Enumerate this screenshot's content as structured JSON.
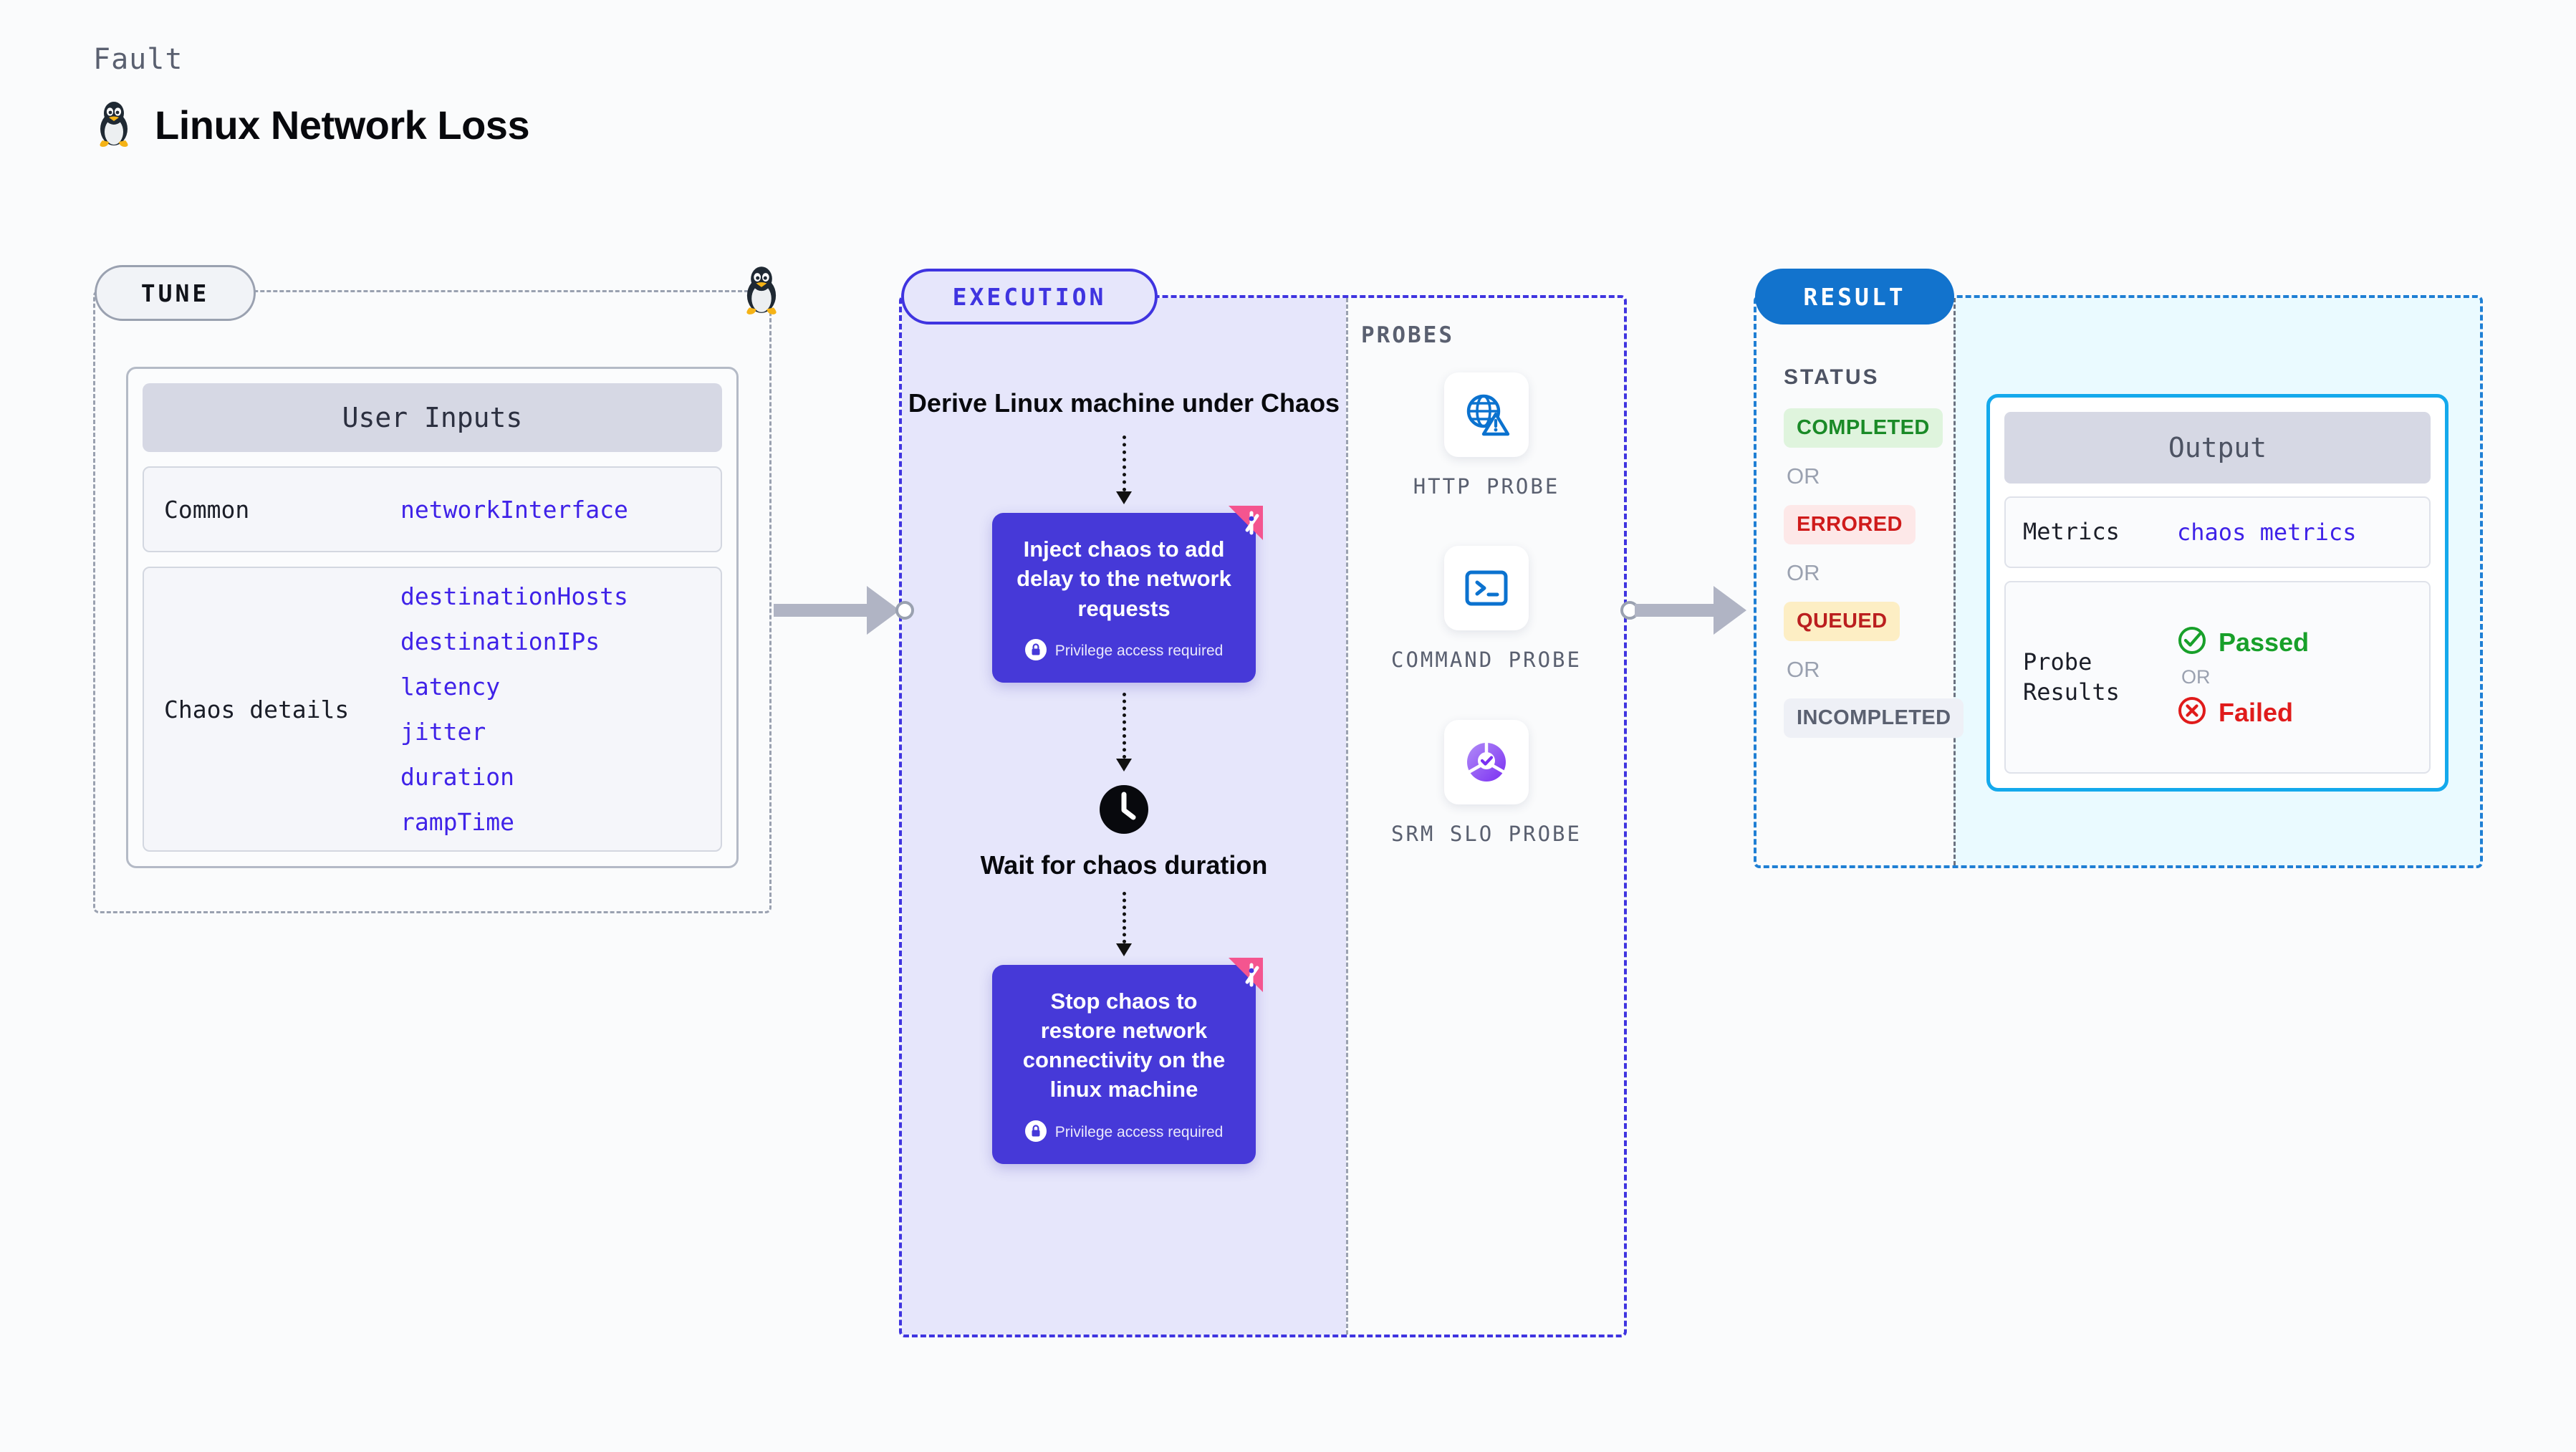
{
  "header": {
    "kicker": "Fault",
    "title": "Linux Network Loss",
    "icon": "linux-penguin-icon"
  },
  "tune": {
    "pill_label": "TUNE",
    "card_title": "User Inputs",
    "rows": [
      {
        "label": "Common",
        "values": [
          "networkInterface"
        ]
      },
      {
        "label": "Chaos details",
        "values": [
          "destinationHosts",
          "destinationIPs",
          "latency",
          "jitter",
          "duration",
          "rampTime"
        ]
      }
    ]
  },
  "execution": {
    "pill_label": "EXECUTION",
    "steps": [
      {
        "type": "text",
        "label": "Derive Linux machine under Chaos"
      },
      {
        "type": "card",
        "label": "Inject chaos to add delay to the network requests",
        "privilege": "Privilege access required",
        "badge": "harness-corner-icon"
      },
      {
        "type": "wait",
        "label": "Wait for chaos duration",
        "icon": "clock-icon"
      },
      {
        "type": "card",
        "label": "Stop chaos to restore network connectivity on the linux machine",
        "privilege": "Privilege access required",
        "badge": "harness-corner-icon"
      }
    ]
  },
  "probes": {
    "section_label": "PROBES",
    "items": [
      {
        "label": "HTTP PROBE",
        "icon": "globe-warning-icon"
      },
      {
        "label": "COMMAND PROBE",
        "icon": "terminal-icon"
      },
      {
        "label": "SRM SLO PROBE",
        "icon": "slo-gauge-check-icon"
      }
    ]
  },
  "result": {
    "pill_label": "RESULT",
    "status_label": "STATUS",
    "or_label": "OR",
    "statuses": [
      {
        "label": "COMPLETED",
        "bg": "#dff4dd",
        "fg": "#1a8a27"
      },
      {
        "label": "ERRORED",
        "bg": "#fde8e8",
        "fg": "#cf1b1b"
      },
      {
        "label": "QUEUED",
        "bg": "#fdeec4",
        "fg": "#bb1f1f"
      },
      {
        "label": "INCOMPLETED",
        "bg": "#eef0f6",
        "fg": "#5a6070"
      }
    ],
    "output": {
      "title": "Output",
      "metrics_label": "Metrics",
      "metrics_value": "chaos metrics",
      "probe_label": "Probe Results",
      "passed": "Passed",
      "failed": "Failed",
      "or_label": "OR"
    }
  },
  "colors": {
    "purple": "#4639d8",
    "exec_accent": "#3f34e0",
    "result_accent": "#1273cd",
    "output_accent": "#14a9ec",
    "mono_blue": "#3f22e8",
    "tune_gray": "#9aa1b0"
  }
}
